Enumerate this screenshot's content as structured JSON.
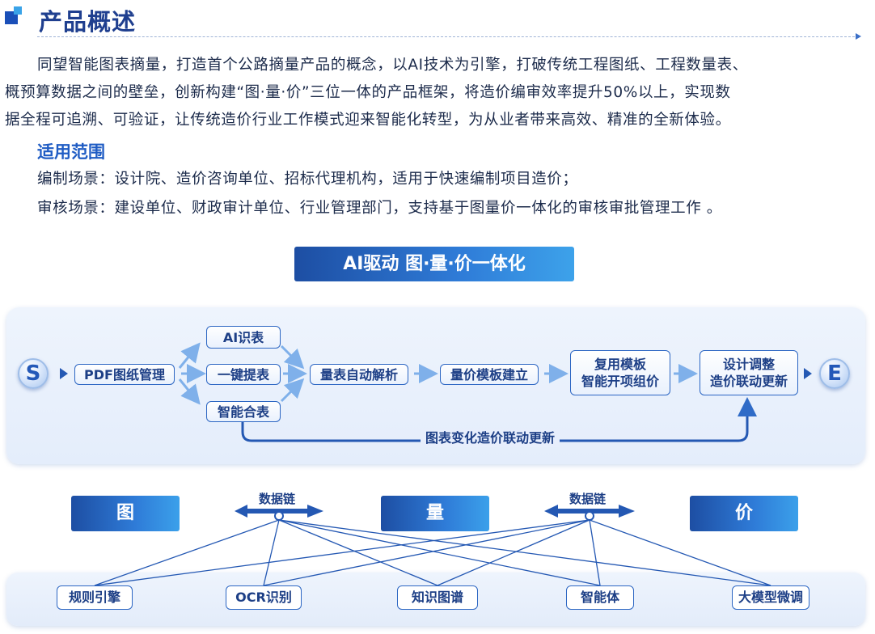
{
  "header": {
    "title": "产品概述"
  },
  "intro": {
    "line1": "同望智能图表摘量，打造首个公路摘量产品的概念，以AI技术为引擎，打破传统工程图纸、工程数量表、",
    "line2": "概预算数据之间的壁垒，创新构建“图·量·价”三位一体的产品框架，将造价编审效率提升50%以上，实现数",
    "line3": "据全程可追溯、可验证，让传统造价行业工作模式迎来智能化转型，为从业者带来高效、精准的全新体验。"
  },
  "scope": {
    "title": "适用范围",
    "compile": "编制场景：设计院、造价咨询单位、招标代理机构，适用于快速编制项目造价；",
    "review": "审核场景：建设单位、财政审计单位、行业管理部门，支持基于图量价一体化的审核审批管理工作 。"
  },
  "banner": "AI驱动 图·量·价一体化",
  "flow": {
    "start": "S",
    "end": "E",
    "pdf": "PDF图纸管理",
    "ai_table": "AI识表",
    "one_key": "一键提表",
    "smart_merge": "智能合表",
    "auto_parse": "量表自动解析",
    "template": "量价模板建立",
    "reuse_1": "复用模板",
    "reuse_2": "智能开项组价",
    "design_1": "设计调整",
    "design_2": "造价联动更新",
    "loop": "图表变化造价联动更新"
  },
  "pillars": {
    "tu": "图",
    "liang": "量",
    "jia": "价"
  },
  "chain_label": "数据链",
  "tech": {
    "rule_engine": "规则引擎",
    "ocr": "OCR识别",
    "kg": "知识图谱",
    "agent": "智能体",
    "llm": "大模型微调"
  },
  "colors": {
    "primary": "#1d4ea3",
    "accent": "#3da2ea",
    "box_border": "#2c66c3"
  }
}
